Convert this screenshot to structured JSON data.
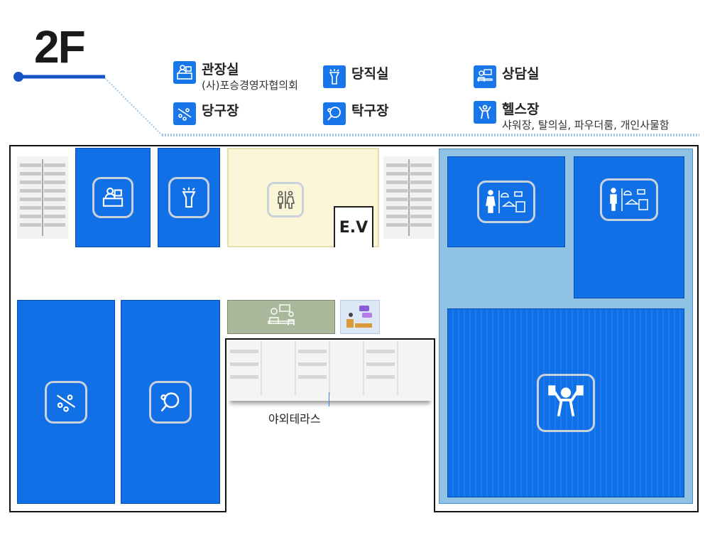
{
  "floor": "2F",
  "legend": {
    "auditorium": {
      "label": "관장실",
      "sub": "(사)포승경영자협의회",
      "icon": "reception-desk-icon"
    },
    "duty_room": {
      "label": "당직실",
      "icon": "flashlight-icon"
    },
    "counseling": {
      "label": "상담실",
      "icon": "counseling-icon"
    },
    "billiards": {
      "label": "당구장",
      "icon": "billiards-icon"
    },
    "table_tennis": {
      "label": "탁구장",
      "icon": "ping-pong-icon"
    },
    "gym": {
      "label": "헬스장",
      "sub": "샤워장, 탈의실, 파우더룸, 개인사물함",
      "icon": "weightlifter-icon"
    }
  },
  "rooms": {
    "elevator": "E.V",
    "terrace": "야외테라스"
  },
  "colors": {
    "room_blue": "#1270e6",
    "gym_zone": "#8fc2e3",
    "restroom": "#fbf6d8",
    "counseling_room": "#a9b89a",
    "accent_line": "#1654c4"
  }
}
